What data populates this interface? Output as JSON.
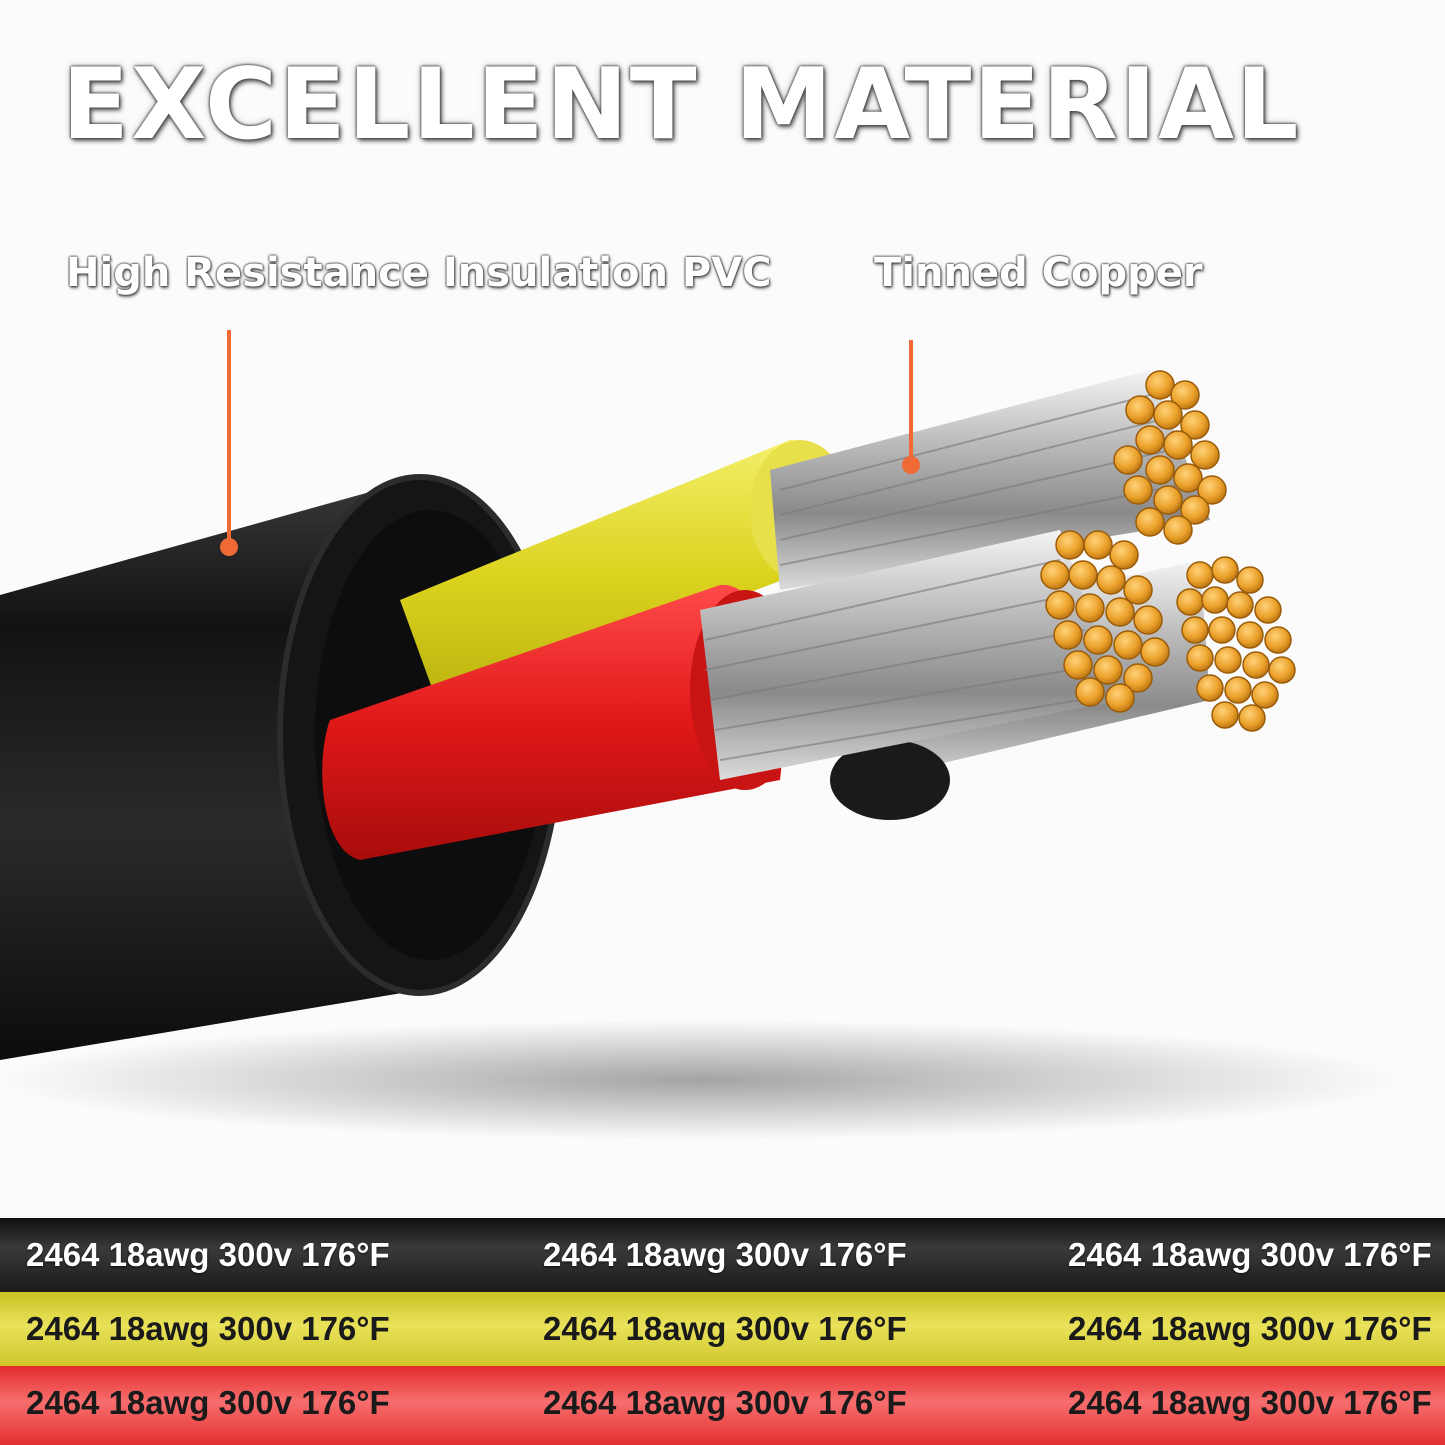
{
  "headline": "EXCELLENT MATERIAL",
  "callouts": {
    "insulation": "High Resistance Insulation PVC",
    "conductor": "Tinned Copper"
  },
  "cable_print": {
    "black": [
      "2464 18awg 300v 176°F",
      "2464 18awg 300v 176°F",
      "2464 18awg 300v 176°F"
    ],
    "yellow": [
      "2464 18awg 300v 176°F",
      "2464 18awg 300v 176°F",
      "2464 18awg 300v 176°F"
    ],
    "red": [
      "2464 18awg 300v 176°F",
      "2464 18awg 300v 176°F",
      "2464 18awg 300v 176°F"
    ]
  },
  "colors": {
    "leader_line": "#f06a35",
    "sheath": "#1c1c1c",
    "yellow_wire": "#e4dc2c",
    "red_wire": "#e8201e",
    "copper_strand": "#e9a22a"
  }
}
